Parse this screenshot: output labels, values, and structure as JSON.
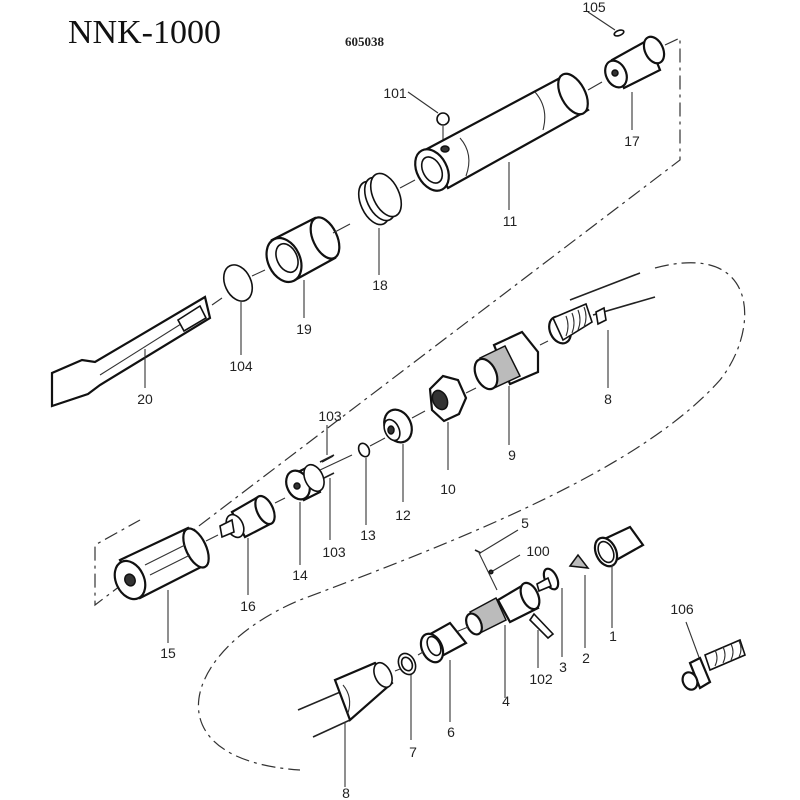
{
  "header": {
    "model": "NNK-1000",
    "drawing_number": "605038"
  },
  "parts": [
    {
      "key": "p105",
      "label": "105"
    },
    {
      "key": "p101",
      "label": "101"
    },
    {
      "key": "p17",
      "label": "17"
    },
    {
      "key": "p11",
      "label": "11"
    },
    {
      "key": "p18",
      "label": "18"
    },
    {
      "key": "p19",
      "label": "19"
    },
    {
      "key": "p104",
      "label": "104"
    },
    {
      "key": "p20",
      "label": "20"
    },
    {
      "key": "p8a",
      "label": "8"
    },
    {
      "key": "p9",
      "label": "9"
    },
    {
      "key": "p10",
      "label": "10"
    },
    {
      "key": "p12",
      "label": "12"
    },
    {
      "key": "p103a",
      "label": "103"
    },
    {
      "key": "p13",
      "label": "13"
    },
    {
      "key": "p103b",
      "label": "103"
    },
    {
      "key": "p14",
      "label": "14"
    },
    {
      "key": "p16",
      "label": "16"
    },
    {
      "key": "p15",
      "label": "15"
    },
    {
      "key": "p5",
      "label": "5"
    },
    {
      "key": "p100",
      "label": "100"
    },
    {
      "key": "p1",
      "label": "1"
    },
    {
      "key": "p2",
      "label": "2"
    },
    {
      "key": "p3",
      "label": "3"
    },
    {
      "key": "p102",
      "label": "102"
    },
    {
      "key": "p4",
      "label": "4"
    },
    {
      "key": "p6",
      "label": "6"
    },
    {
      "key": "p7",
      "label": "7"
    },
    {
      "key": "p8b",
      "label": "8"
    },
    {
      "key": "p106",
      "label": "106"
    }
  ]
}
